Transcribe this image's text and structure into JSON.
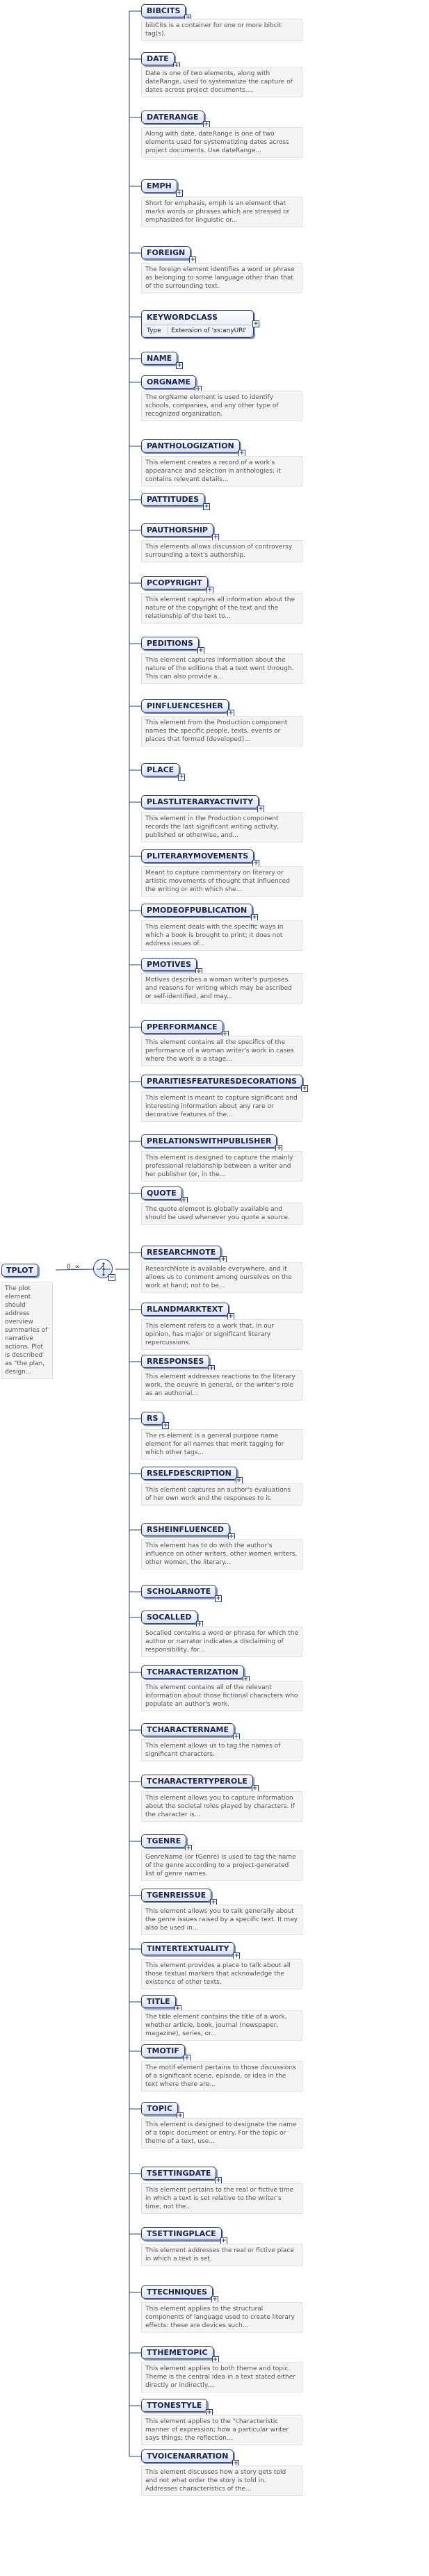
{
  "root": {
    "name": "TPLOT",
    "description": "The plot element should address overview summaries of narrative actions. Plot is described as \"the plan, design...",
    "cardinality": "0..∞",
    "choice_icon": "choice-compositor-icon"
  },
  "elements": [
    {
      "name": "BIBCITS",
      "desc": "bibCits is a container for one or more bibcit tag(s)."
    },
    {
      "name": "DATE",
      "desc": "Date is one of two elements, along with dateRange, used to systematize the capture of dates across project documents...."
    },
    {
      "name": "DATERANGE",
      "desc": "Along with date, dateRange is one of two elements used for systematizing dates across project documents. Use dateRange..."
    },
    {
      "name": "EMPH",
      "desc": "Short for emphasis, emph is an element that marks words or phrases which are stressed or emphasized for linguistic or..."
    },
    {
      "name": "FOREIGN",
      "desc": "The foreign element identifies a word or phrase as belonging to some language other than that of the surrounding text."
    },
    {
      "name": "KEYWORDCLASS",
      "desc": "",
      "attr_label": "Type",
      "attr_value": "Extension of 'xs:anyURI'"
    },
    {
      "name": "NAME",
      "desc": ""
    },
    {
      "name": "ORGNAME",
      "desc": "The orgName element is used to identify schools, companies, and any other type of recognized organization."
    },
    {
      "name": "PANTHOLOGIZATION",
      "desc": "This element creates a record of a work's appearance and selection in anthologies; it contains relevant details..."
    },
    {
      "name": "PATTITUDES",
      "desc": ""
    },
    {
      "name": "PAUTHORSHIP",
      "desc": "This elements allows discussion of controversy surrounding a text's authorship."
    },
    {
      "name": "PCOPYRIGHT",
      "desc": "This element captures all information about the nature of the copyright of the text and the relationship of the text to..."
    },
    {
      "name": "PEDITIONS",
      "desc": "This element captures information about the nature of the editions that a text went through. This can also provide a..."
    },
    {
      "name": "PINFLUENCESHER",
      "desc": "This element from the Production component names the specific people, texts, events or places that formed (developed)..."
    },
    {
      "name": "PLACE",
      "desc": ""
    },
    {
      "name": "PLASTLITERARYACTIVITY",
      "desc": "This element in the Production component records the last significant writing activity, published or otherwise, and..."
    },
    {
      "name": "PLITERARYMOVEMENTS",
      "desc": "Meant to capture commentary on literary or artistic movements of thought that influenced the writing or with which she..."
    },
    {
      "name": "PMODEOFPUBLICATION",
      "desc": "This element deals with the specific ways in which a book is brought to print; it does not address issues of..."
    },
    {
      "name": "PMOTIVES",
      "desc": "Motives describes a woman writer's purposes and reasons for writing which may be ascribed or self-identified, and may..."
    },
    {
      "name": "PPERFORMANCE",
      "desc": "This element contains all the specifics of the performance of a woman writer's work in cases where the work is a stage..."
    },
    {
      "name": "PRARITIESFEATURESDECORATIONS",
      "desc": "This element is meant to capture significant and interesting information about any rare or decorative features of the..."
    },
    {
      "name": "PRELATIONSWITHPUBLISHER",
      "desc": "This element is designed to capture the mainly professional relationship between a writer and her publisher (or, in the..."
    },
    {
      "name": "QUOTE",
      "desc": "The quote element is globally available and should be used whenever you quote a source."
    },
    {
      "name": "RESEARCHNOTE",
      "desc": "ResearchNote is available everywhere, and it allows us to comment among ourselves on the work at hand; not to be..."
    },
    {
      "name": "RLANDMARKTEXT",
      "desc": "This element refers to a work that, in our opinion, has major or significant literary repercussions."
    },
    {
      "name": "RRESPONSES",
      "desc": "This element addresses reactions to the literary work, the oeuvre in general, or the writer's role as an authorial..."
    },
    {
      "name": "RS",
      "desc": "The rs element is a general purpose name element for all names that merit tagging for which other tags..."
    },
    {
      "name": "RSELFDESCRIPTION",
      "desc": "This element captures an author's evaluations of her own work and the responses to it."
    },
    {
      "name": "RSHEINFLUENCED",
      "desc": "This element has to do with the author's influence on other writers, other women writers, other women, the literary..."
    },
    {
      "name": "SCHOLARNOTE",
      "desc": ""
    },
    {
      "name": "SOCALLED",
      "desc": "Socalled contains a word or phrase for which the author or narrator indicates a disclaiming of responsibility, for..."
    },
    {
      "name": "TCHARACTERIZATION",
      "desc": "This element contains all of the relevant information about those fictional characters who populate an author's work."
    },
    {
      "name": "TCHARACTERNAME",
      "desc": "This element allows us to tag the names of significant characters."
    },
    {
      "name": "TCHARACTERTYPEROLE",
      "desc": "This element allows you to capture information about the societal roles played by characters. If the character is..."
    },
    {
      "name": "TGENRE",
      "desc": "GenreName (or tGenre) is used to tag the name of the genre according to a project-generated list of genre names."
    },
    {
      "name": "TGENREISSUE",
      "desc": "This element allows you to talk generally about the genre issues raised by a specific text. It may also be used in..."
    },
    {
      "name": "TINTERTEXTUALITY",
      "desc": "This element provides a place to talk about all those textual markers that acknowledge the existence of other texts."
    },
    {
      "name": "TITLE",
      "desc": "The title element contains the title of a work, whether article, book, journal (newspaper, magazine), series, or..."
    },
    {
      "name": "TMOTIF",
      "desc": "The motif element pertains to those discussions of a significant scene, episode, or idea in the text where there are..."
    },
    {
      "name": "TOPIC",
      "desc": "This element is designed to designate the name of a topic document or entry. For the topic or theme of a text, use..."
    },
    {
      "name": "TSETTINGDATE",
      "desc": "This element pertains to the real or fictive time in which a text is set relative to the writer's time, not the..."
    },
    {
      "name": "TSETTINGPLACE",
      "desc": "This element addresses the real or fictive place in which a text is set."
    },
    {
      "name": "TTECHNIQUES",
      "desc": "This element applies to the structural components of language used to create literary effects: these are devices such..."
    },
    {
      "name": "TTHEMETOPIC",
      "desc": "This element applies to both theme and topic. Theme is the central idea in a text stated either directly or indirectly...."
    },
    {
      "name": "TTONESTYLE",
      "desc": "This element applies to the \"characteristic manner of expression; how a particular writer says things; the reflection..."
    },
    {
      "name": "TVOICENARRATION",
      "desc": "This element discusses how a story gets told and not what order the story is told in. Addresses characteristics of the..."
    }
  ]
}
